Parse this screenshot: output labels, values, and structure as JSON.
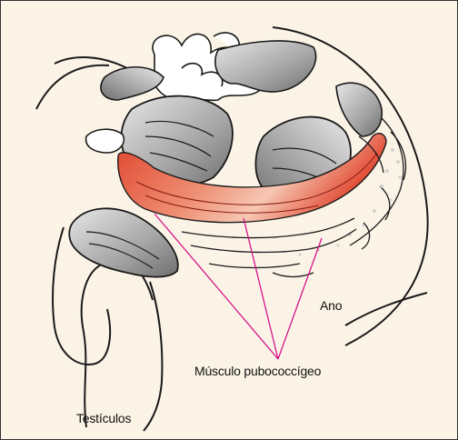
{
  "labels": {
    "anus": "Ano",
    "pubococcygeus": "Músculo pubococcígeo",
    "testicles": "Testículos"
  },
  "colors": {
    "background": "#fbf4e6",
    "outline": "#1a1a1a",
    "organ_gray": "#9a9a9a",
    "muscle_red": "#e0442d",
    "muscle_highlight": "#f6c7b3",
    "leader_lines": "#d4148a"
  }
}
